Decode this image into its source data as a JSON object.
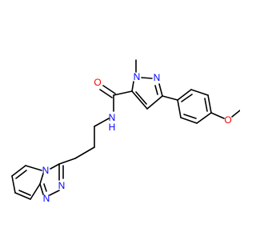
{
  "colors": {
    "carbon_bond": "#000000",
    "oxygen": "#ff0000",
    "nitrogen": "#0000ff",
    "background": "#ffffff"
  },
  "atom_labels": {
    "carbonyl_oxygen": "O",
    "amide_nitrogen": "N",
    "amide_hydrogen": "H",
    "methoxy_oxygen": "O",
    "pyrazole_n1": "N",
    "pyrazole_n2": "N",
    "triazole_n_bridge": "N",
    "triazole_n_a": "N",
    "triazole_n_b": "N"
  }
}
